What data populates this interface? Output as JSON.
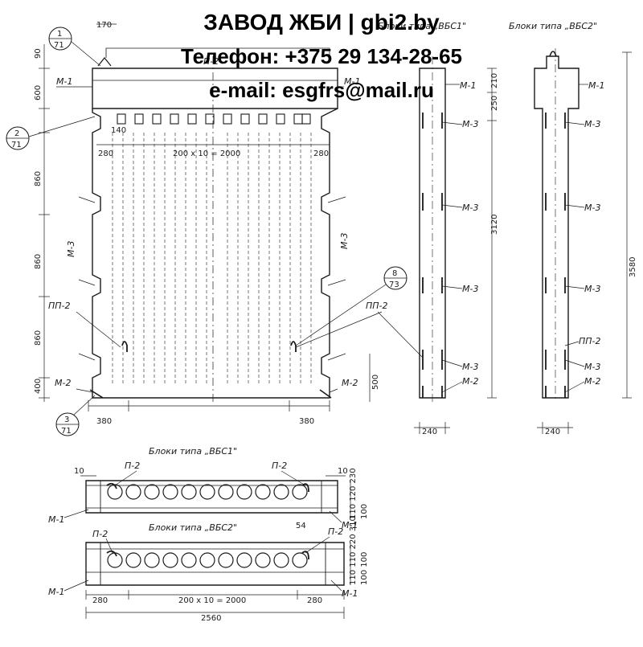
{
  "overlay": {
    "company": "ЗАВОД ЖБИ | gbi2.by",
    "phone": "Телефон: +375 29 134-28-65",
    "email": "e-mail: esgfrs@mail.ru"
  },
  "titles": {
    "type1_side": "Блоки типа „ВБС1\"",
    "type2_side": "Блоки типа „ВБС2\"",
    "plan1": "Блоки типа „ВБС1\"",
    "plan2": "Блоки типа „ВБС2\""
  },
  "marks": {
    "m1": "М-1",
    "m2": "М-2",
    "m3": "М-3",
    "p2": "П-2",
    "pp2": "ПП-2"
  },
  "callouts": [
    {
      "top": "1",
      "bottom": "71"
    },
    {
      "top": "2",
      "bottom": "71"
    },
    {
      "top": "3",
      "bottom": "71"
    },
    {
      "top": "8",
      "bottom": "73"
    }
  ],
  "dims": {
    "d170": "170",
    "d90": "90",
    "d600": "600",
    "d860": "860",
    "d400": "400",
    "d500": "500",
    "d380": "380",
    "d280": "280",
    "d200x10": "200 x 10 = 2000",
    "d140": "140",
    "d210": "210",
    "d250": "250",
    "d3120": "3120",
    "d3580": "3580",
    "d240": "240",
    "d10": "10",
    "d54": "54",
    "d2560": "2560",
    "plan1_right": "110 120  230",
    "plan1_right2": "100",
    "plan2_right": "110 110  220  310",
    "plan2_right2": "100  100"
  },
  "colors": {
    "ink": "#1a1a1a",
    "paper": "#ffffff"
  }
}
